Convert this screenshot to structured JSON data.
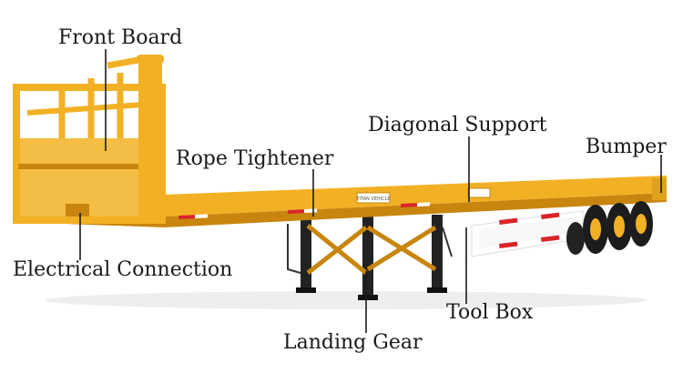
{
  "labels": {
    "front_board": "Front Board",
    "rope_tightener": "Rope Tightener",
    "diagonal_support": "Diagonal Support",
    "bumper": "Bumper",
    "electrical_connection": "Electrical Connection",
    "tool_box": "Tool Box",
    "landing_gear": "Landing Gear"
  },
  "trailer_plate_text": "TITAN VEHICLE",
  "colors": {
    "trailer_body": "#f2b125",
    "trailer_shadow": "#c8860f",
    "stripe_red": "#d9252a",
    "stripe_white": "#ffffff",
    "tire": "#1c1c1c",
    "leader_line": "#1a1a1a",
    "text": "#1a1a1a"
  }
}
